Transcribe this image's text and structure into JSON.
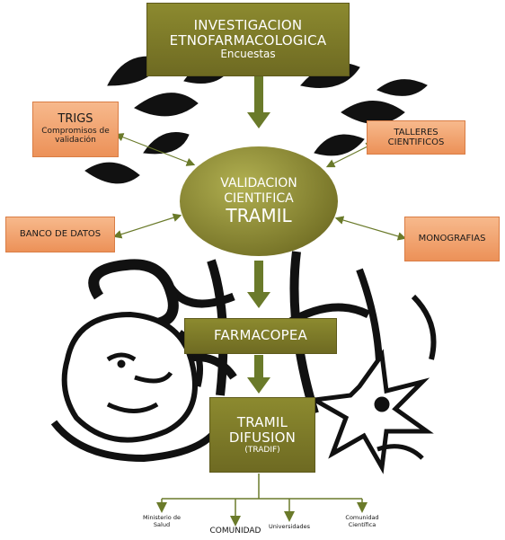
{
  "investigacion": {
    "line1": "INVESTIGACION",
    "line2": "ETNOFARMACOLOGICA",
    "line3": "Encuestas"
  },
  "trigs": {
    "title": "TRIGS",
    "subtitle_line1": "Compromisos de",
    "subtitle_line2": "validación"
  },
  "talleres": {
    "line1": "TALLERES",
    "line2": "CIENTIFICOS"
  },
  "validacion": {
    "line1": "VALIDACION",
    "line2": "CIENTIFICA",
    "line3": "TRAMIL"
  },
  "banco": {
    "label": "BANCO DE DATOS"
  },
  "monografias": {
    "label": "MONOGRAFIAS"
  },
  "farmacopea": {
    "label": "FARMACOPEA"
  },
  "difusion": {
    "line1": "TRAMIL",
    "line2": "DIFUSION",
    "line3": "(TRADIF)"
  },
  "outputs": {
    "ministerio_line1": "Ministerio de",
    "ministerio_line2": "Salud",
    "comunidad": "COMUNIDAD",
    "universidades": "Universidades",
    "cientifica_line1": "Comunidad",
    "cientifica_line2": "Científica"
  },
  "colors": {
    "olive": "#7a772a",
    "arrow_green": "#6a7a2a",
    "orange": "#f0a06c"
  }
}
